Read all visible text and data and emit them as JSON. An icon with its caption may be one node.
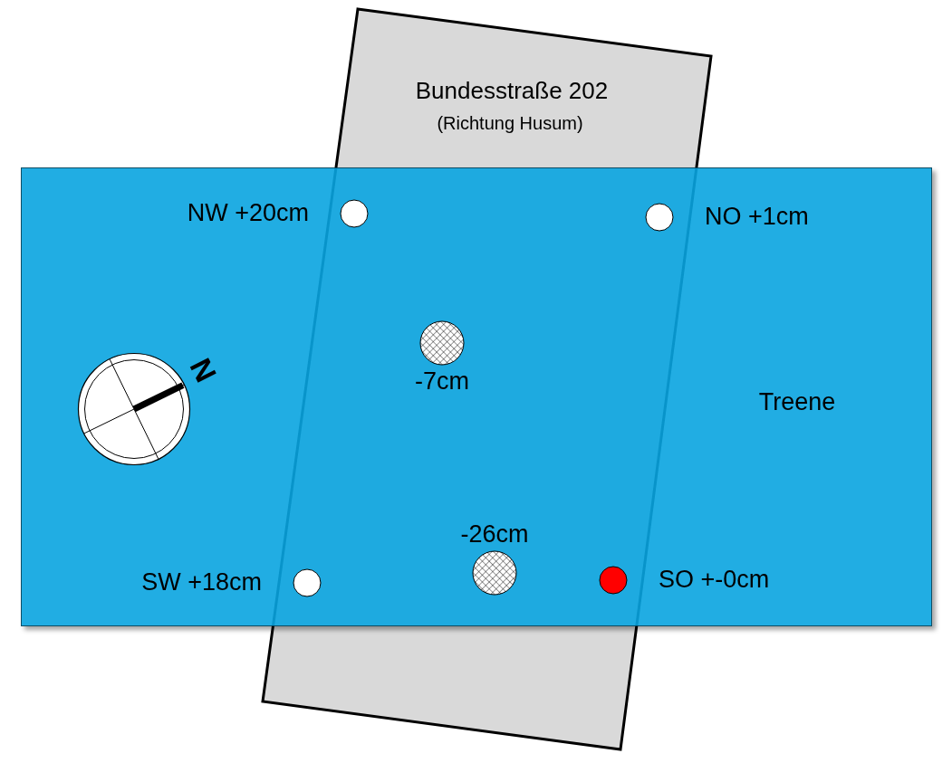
{
  "diagram": {
    "nodes": [
      {
        "text": [
          "Bundesstraße 202",
          "(Richtung Husum)"
        ]
      },
      {
        "text": [
          "Treene"
        ]
      },
      {
        "text": [],
        "shape": "circle"
      },
      {
        "text": [],
        "shape": "circle"
      },
      {
        "text": [],
        "shape": "circle"
      },
      {
        "text": [],
        "shape": "circle"
      },
      {
        "text": [],
        "shape": "circle"
      },
      {
        "text": [],
        "shape": "circle"
      }
    ],
    "labels": [
      "NW +20cm",
      "NO +1cm",
      "N",
      "-7cm",
      "-26cm",
      "SW +18cm",
      "SO +-0cm"
    ]
  }
}
